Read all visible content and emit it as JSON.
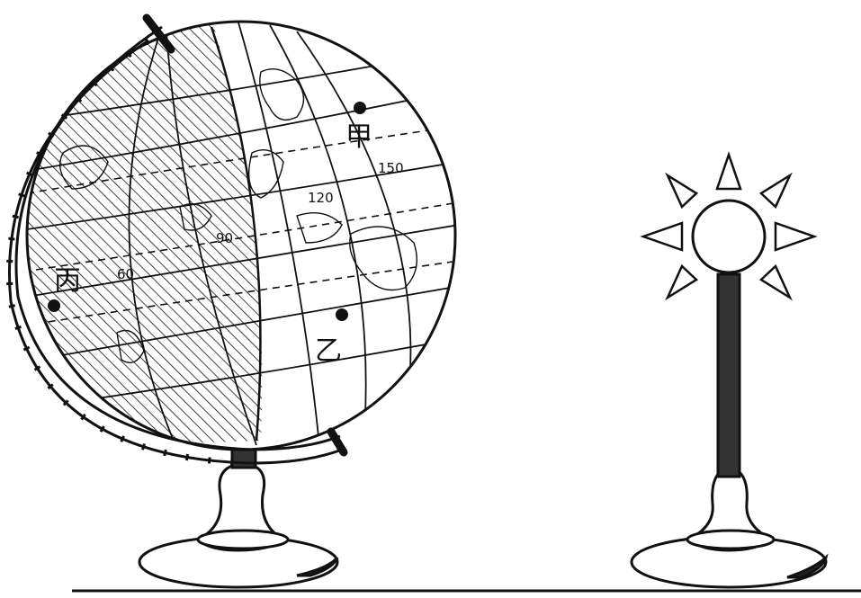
{
  "labels": {
    "jia": "甲",
    "yi": "乙",
    "bing": "丙",
    "lon_150": "150",
    "lon_120": "120",
    "lon_90": "90",
    "lon_60": "60"
  },
  "colors": {
    "ink": "#111111",
    "background": "#ffffff",
    "stem": "#333333"
  },
  "icons": {
    "globe": "globe-on-stand",
    "lamp": "sun-lamp"
  }
}
